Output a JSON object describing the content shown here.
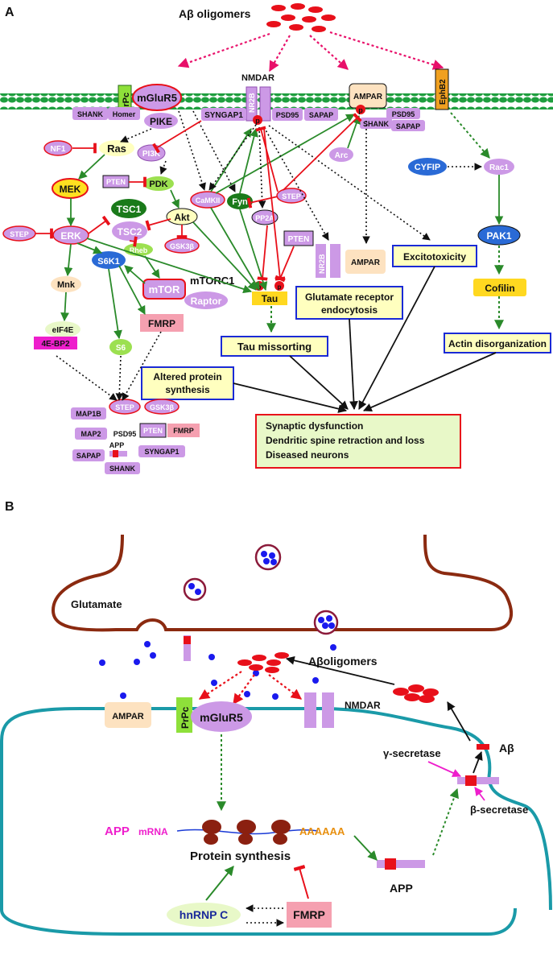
{
  "panel_a": {
    "label": "A",
    "abeta": "Aβ oligomers",
    "nmdar": "NMDAR",
    "prpc": "PrPc",
    "mglur5": "mGluR5",
    "nr2b": "NR2B",
    "ampar": "AMPAR",
    "ephb2": "EphB2",
    "shank": "SHANK",
    "homer": "Homer",
    "pike": "PIKE",
    "syngap1": "SYNGAP1",
    "psd95": "PSD95",
    "sapap": "SAPAP",
    "nf1": "NF1",
    "ras": "Ras",
    "pi3k": "PI3K",
    "pten": "PTEN",
    "pdk": "PDK",
    "mek": "MEK",
    "camkii": "CaMKII",
    "fyn": "Fyn",
    "step": "STEP",
    "pp2a": "PP2A",
    "arc": "Arc",
    "cyfip": "CYFIP",
    "rac1": "Rac1",
    "tsc1": "TSC1",
    "tsc2": "TSC2",
    "akt": "Akt",
    "gsk3b": "GSK3β",
    "erk": "ERK",
    "rheb": "Rheb",
    "s6k1": "S6K1",
    "mnk": "Mnk",
    "mtor": "mTOR",
    "mtorc1": "mTORC1",
    "raptor": "Raptor",
    "eif4e": "eIF4E",
    "bp2": "4E-BP2",
    "s6": "S6",
    "fmrp": "FMRP",
    "pak1": "PAK1",
    "cofilin": "Cofilin",
    "excitotox": "Excitotoxicity",
    "glut_endo_1": "Glutamate receptor",
    "glut_endo_2": "endocytosis",
    "tau": "Tau",
    "p": "p",
    "tau_missort": "Tau missorting",
    "actin": "Actin disorganization",
    "altered_1": "Altered protein",
    "altered_2": "synthesis",
    "map1b": "MAP1B",
    "gsk3b_t": "GSK3β",
    "map2": "MAP2",
    "app": "APP",
    "outcome_1": "Synaptic dysfunction",
    "outcome_2": "Dendritic spine retraction and loss",
    "outcome_3": "Diseased neurons"
  },
  "panel_b": {
    "label": "B",
    "glutamate": "Glutamate",
    "abeta": "Aβoligomers",
    "ampar": "AMPAR",
    "prpc": "PrPc",
    "mglur5": "mGluR5",
    "nmdar": "NMDAR",
    "gamma": "γ-secretase",
    "beta": "β-secretase",
    "abeta_short": "Aβ",
    "app_mrna_1": "APP",
    "app_mrna_2": "mRNA",
    "polya": "AAAAAA",
    "protein_synth": "Protein synthesis",
    "app": "APP",
    "hnrnpc": "hnRNP C",
    "fmrp": "FMRP"
  },
  "colors": {
    "violet": "#cc99e6",
    "green_arrow": "#2a8a2a",
    "red": "#e8101a",
    "yellow_box": "#ffffbf",
    "blue_border": "#1a2ad6",
    "membrane_green": "#1e9e3e",
    "neuron_brown": "#8b2a10",
    "neuron_teal": "#1a9aa8"
  }
}
